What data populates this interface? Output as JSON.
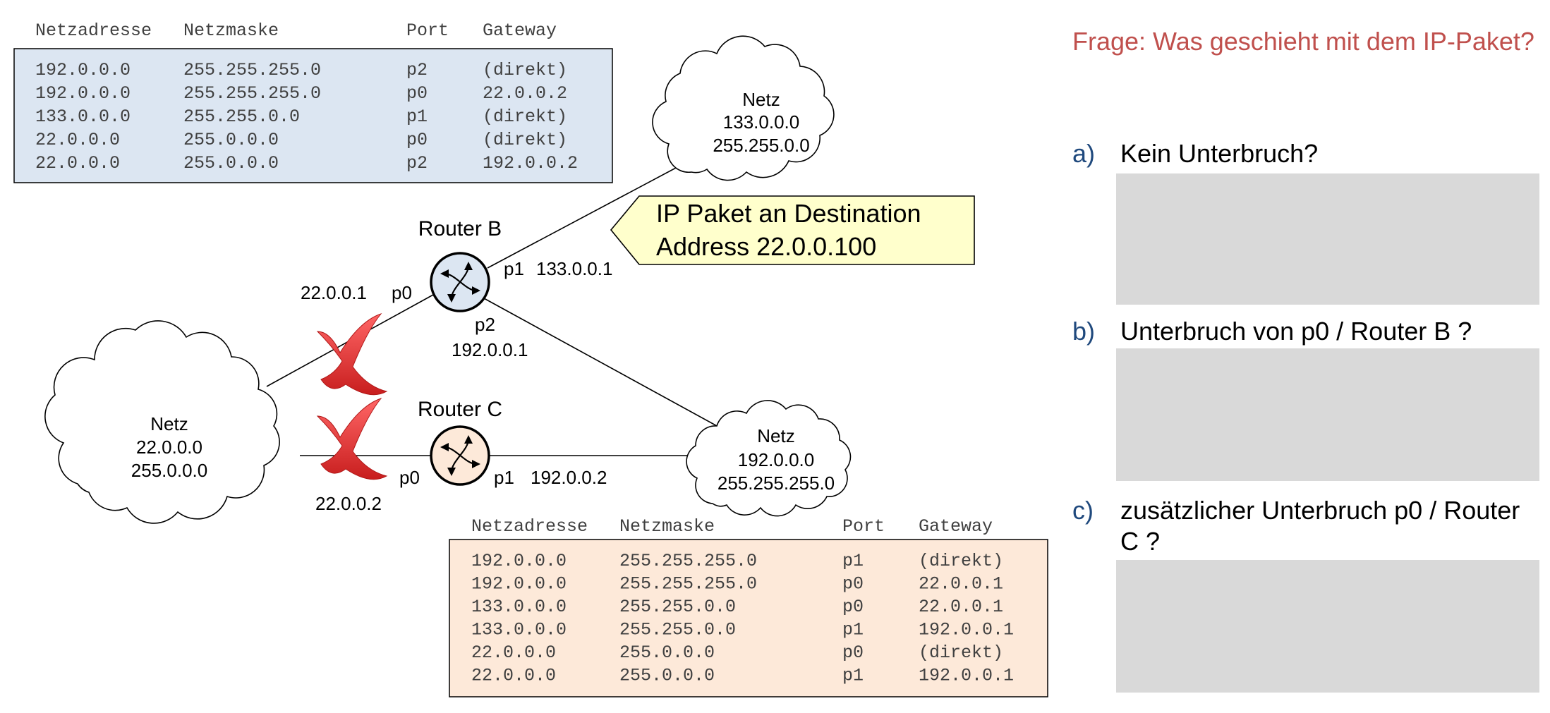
{
  "router_b": {
    "name": "Router B",
    "table": {
      "headers": [
        "Netzadresse",
        "Netzmaske",
        "Port",
        "Gateway"
      ],
      "rows": [
        [
          "192.0.0.0",
          "255.255.255.0",
          "p2",
          "(direkt)"
        ],
        [
          "192.0.0.0",
          "255.255.255.0",
          "p0",
          "22.0.0.2"
        ],
        [
          "133.0.0.0",
          "255.255.0.0",
          "p1",
          "(direkt)"
        ],
        [
          "22.0.0.0",
          "255.0.0.0",
          "p0",
          "(direkt)"
        ],
        [
          "22.0.0.0",
          "255.0.0.0",
          "p2",
          "192.0.0.2"
        ]
      ],
      "bg": "#dce6f2"
    },
    "p0_label": "p0",
    "p0_ip": "22.0.0.1",
    "p1_label": "p1",
    "p1_ip": "133.0.0.1",
    "p2_label": "p2",
    "p2_ip": "192.0.0.1",
    "fill": "#dce6f2"
  },
  "router_c": {
    "name": "Router C",
    "table": {
      "headers": [
        "Netzadresse",
        "Netzmaske",
        "Port",
        "Gateway"
      ],
      "rows": [
        [
          "192.0.0.0",
          "255.255.255.0",
          "p1",
          "(direkt)"
        ],
        [
          "192.0.0.0",
          "255.255.255.0",
          "p0",
          "22.0.0.1"
        ],
        [
          "133.0.0.0",
          "255.255.0.0",
          "p0",
          "22.0.0.1"
        ],
        [
          "133.0.0.0",
          "255.255.0.0",
          "p1",
          "192.0.0.1"
        ],
        [
          "22.0.0.0",
          "255.0.0.0",
          "p0",
          "(direkt)"
        ],
        [
          "22.0.0.0",
          "255.0.0.0",
          "p1",
          "192.0.0.1"
        ]
      ],
      "bg": "#fde9d9"
    },
    "p0_label": "p0",
    "p0_ip": "22.0.0.2",
    "p1_label": "p1",
    "p1_ip": "192.0.0.2",
    "fill": "#fde9d9"
  },
  "networks": {
    "net133": [
      "Netz",
      "133.0.0.0",
      "255.255.0.0"
    ],
    "net22": [
      "Netz",
      "22.0.0.0",
      "255.0.0.0"
    ],
    "net192": [
      "Netz",
      "192.0.0.0",
      "255.255.255.0"
    ]
  },
  "callout": {
    "lines": [
      "IP Paket an Destination",
      "Address 22.0.0.100"
    ],
    "fill": "#ffffcc"
  },
  "break_mark_color": "#e03030",
  "question": {
    "title": "Frage: Was geschieht mit dem IP-Paket?",
    "title_color": "#c0504d",
    "letter_color": "#1f497d",
    "answer_box_color": "#d9d9d9",
    "items": [
      {
        "letter": "a)",
        "text": "Kein Unterbruch?"
      },
      {
        "letter": "b)",
        "text": "Unterbruch von p0 / Router B ?"
      },
      {
        "letter": "c)",
        "text": "zusätzlicher Unterbruch p0 / Router C ?"
      }
    ]
  }
}
